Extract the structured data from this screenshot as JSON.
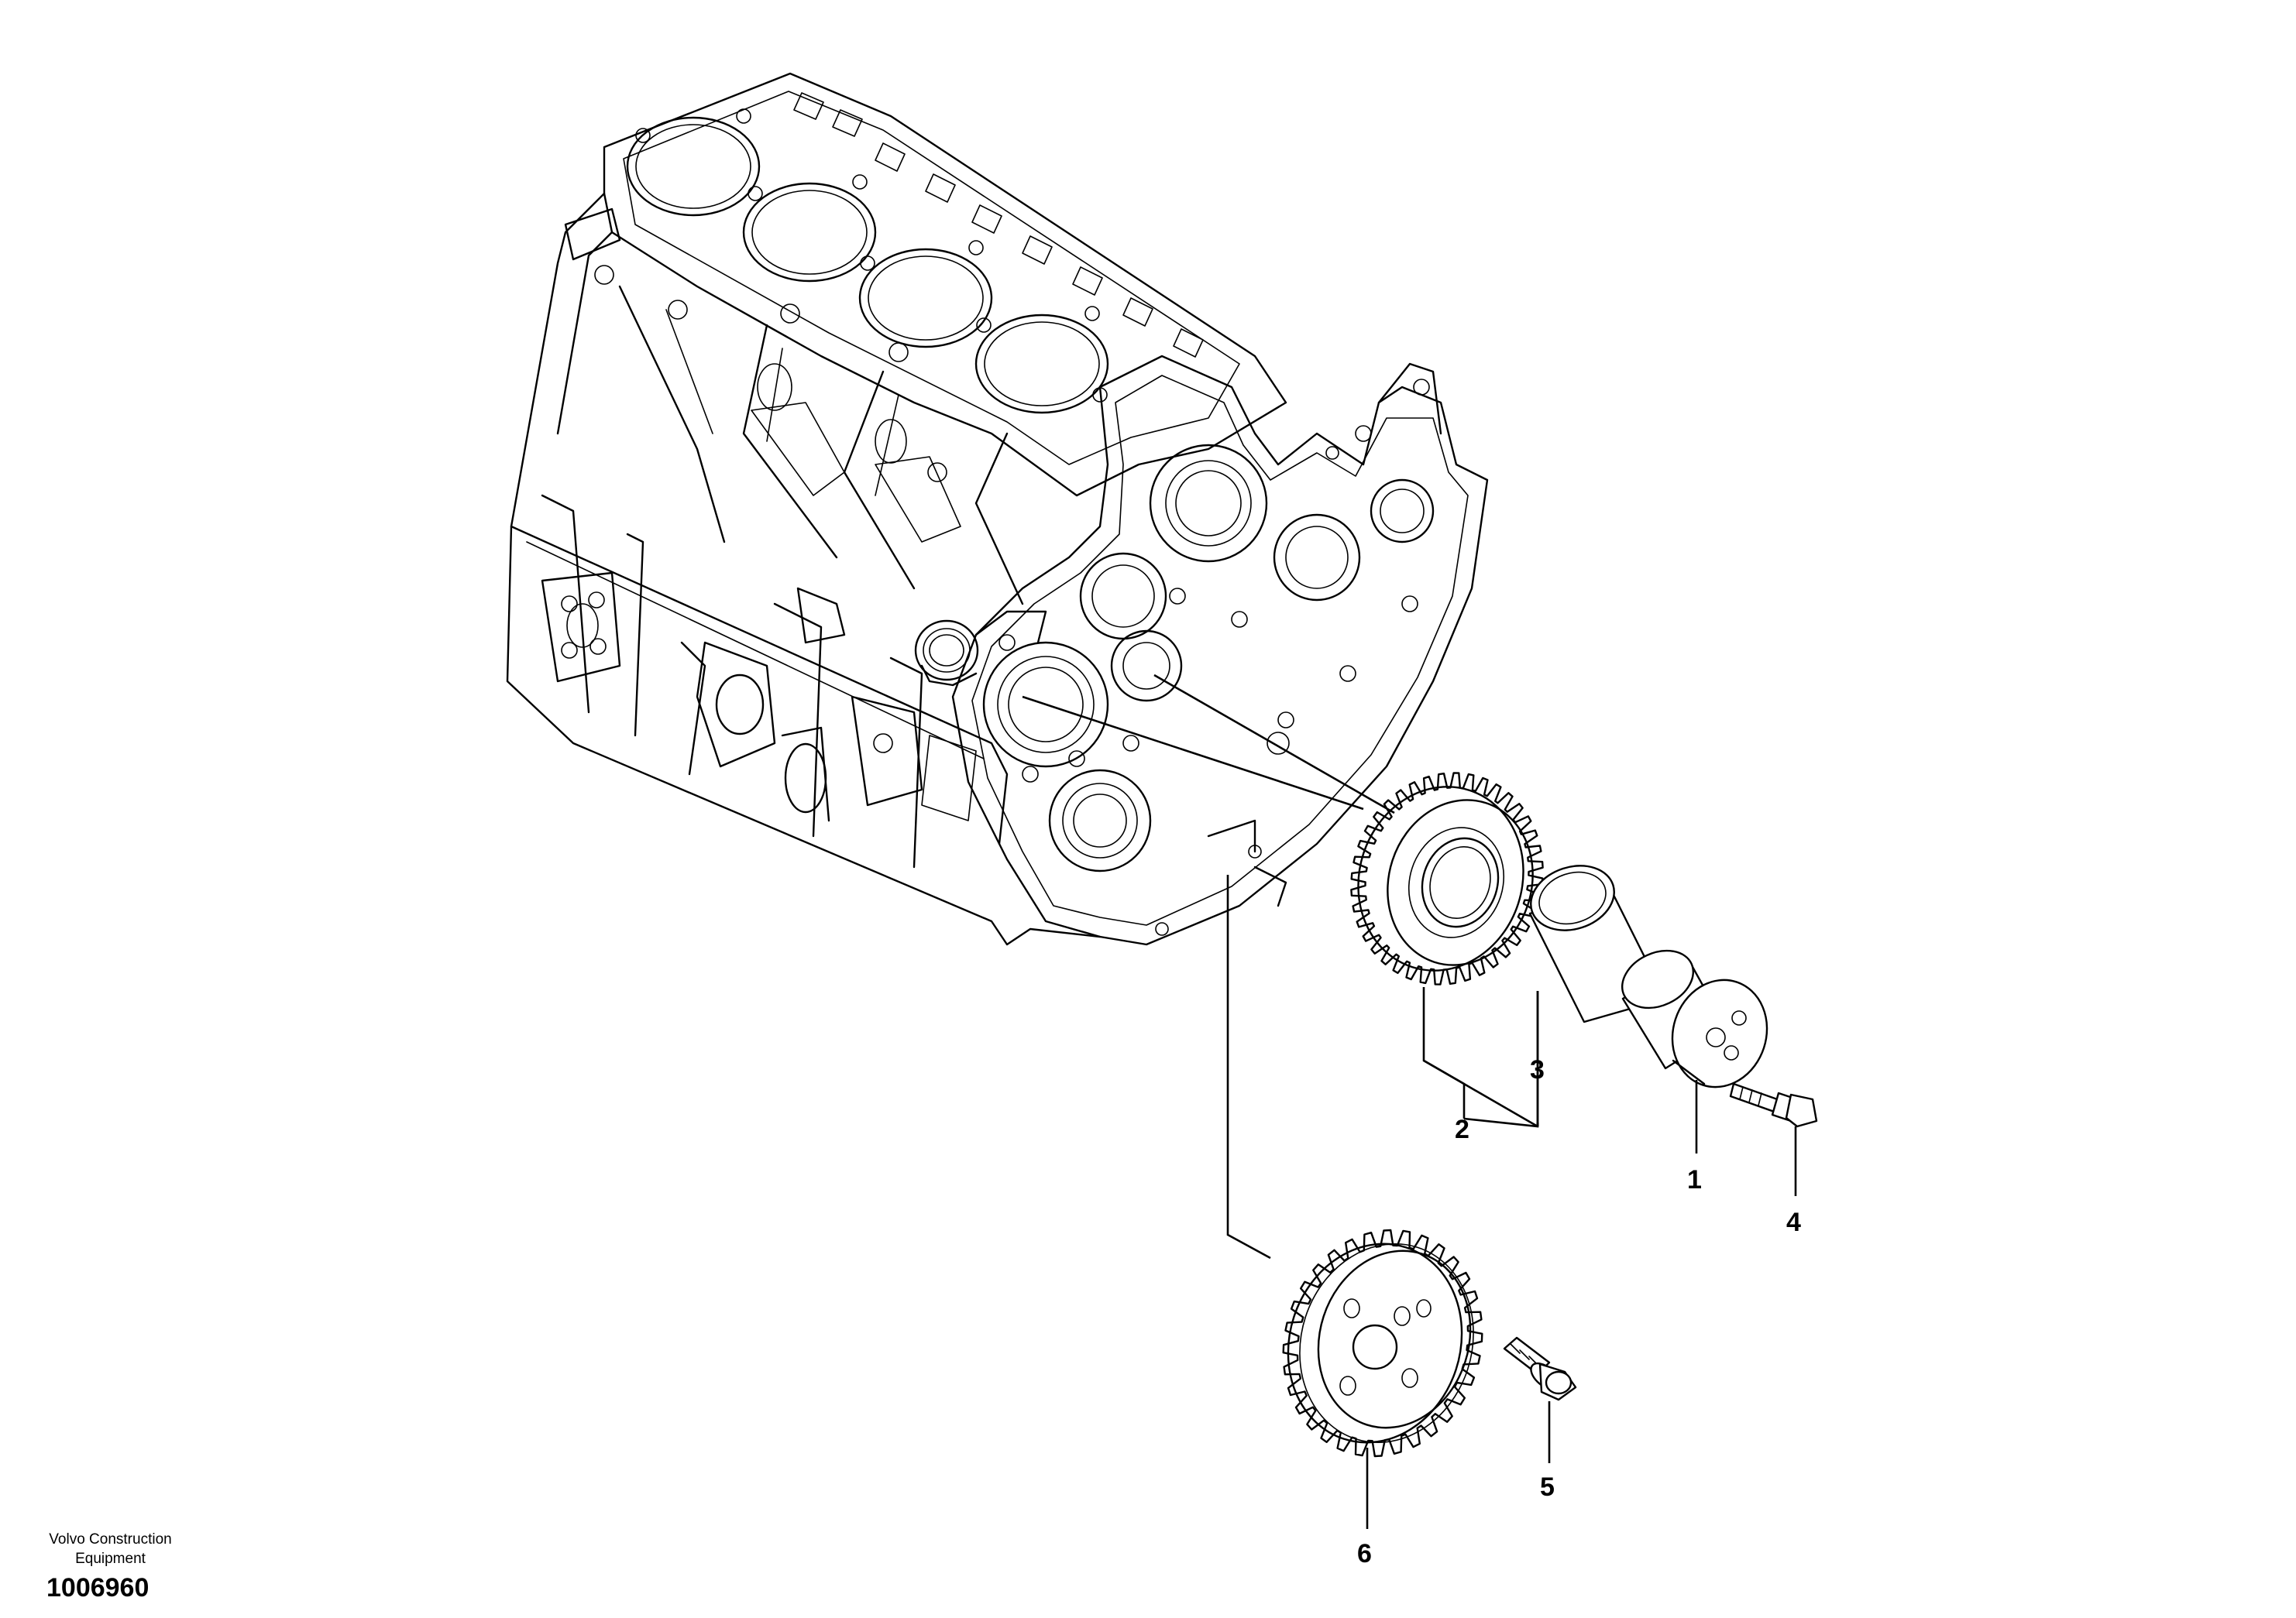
{
  "diagram": {
    "callouts": [
      {
        "id": "1",
        "label": "1"
      },
      {
        "id": "2",
        "label": "2"
      },
      {
        "id": "3",
        "label": "3"
      },
      {
        "id": "4",
        "label": "4"
      },
      {
        "id": "5",
        "label": "5"
      },
      {
        "id": "6",
        "label": "6"
      }
    ]
  },
  "footer": {
    "company_line1": "Volvo Construction",
    "company_line2": "Equipment",
    "drawing_number": "1006960"
  }
}
